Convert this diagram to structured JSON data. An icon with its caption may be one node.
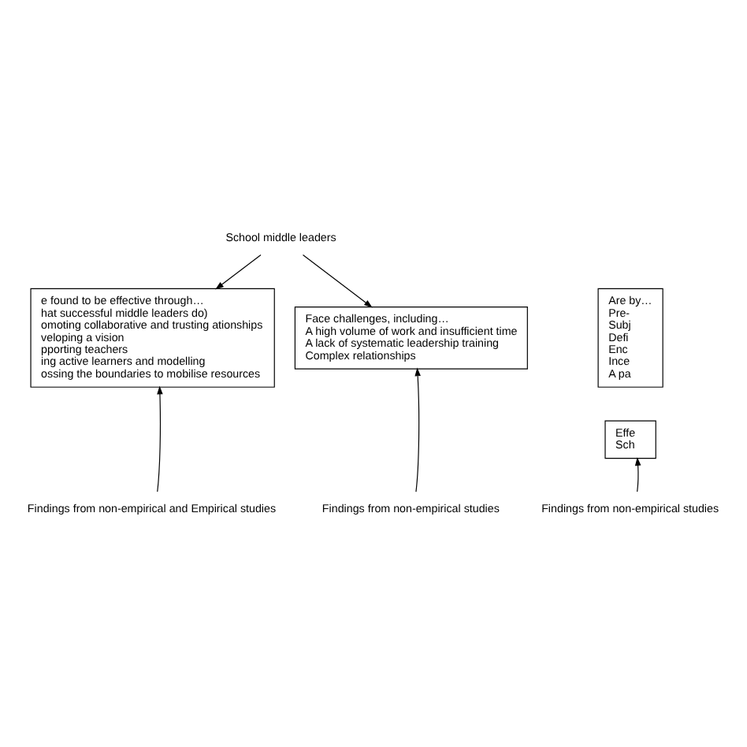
{
  "diagram": {
    "nodes": [
      {
        "text": [
          "School middle leaders"
        ]
      },
      {
        "text": [
          "e found to be effective through…",
          "hat successful middle leaders do)",
          "omoting collaborative and trusting ationships",
          "veloping a vision",
          "pporting teachers",
          "ing active learners and modelling",
          "ossing the boundaries to mobilise resources"
        ]
      },
      {
        "text": [
          "Face challenges, including…",
          "A high volume of work and insufficient time",
          "A lack of systematic leadership training",
          "Complex relationships"
        ]
      },
      {
        "text": [
          "Are by…",
          "Pre-",
          "Subj",
          "Defi",
          "Enc",
          "Ince",
          "A pa"
        ]
      },
      {
        "text": [
          "Effe",
          "Sch"
        ]
      },
      {
        "text": [
          "Findings from non-empirical and Empirical studies"
        ]
      },
      {
        "text": [
          "Findings from non-empirical studies"
        ]
      },
      {
        "text": [
          "Findings from non-empirical studies"
        ]
      }
    ],
    "edges": [
      {
        "from": 0,
        "to": 1,
        "arrow": "to"
      },
      {
        "from": 0,
        "to": 2,
        "arrow": "to"
      },
      {
        "from": 5,
        "to": 1,
        "arrow": "to"
      },
      {
        "from": 6,
        "to": 2,
        "arrow": "to"
      },
      {
        "from": 7,
        "to": 4,
        "arrow": "to"
      }
    ]
  }
}
